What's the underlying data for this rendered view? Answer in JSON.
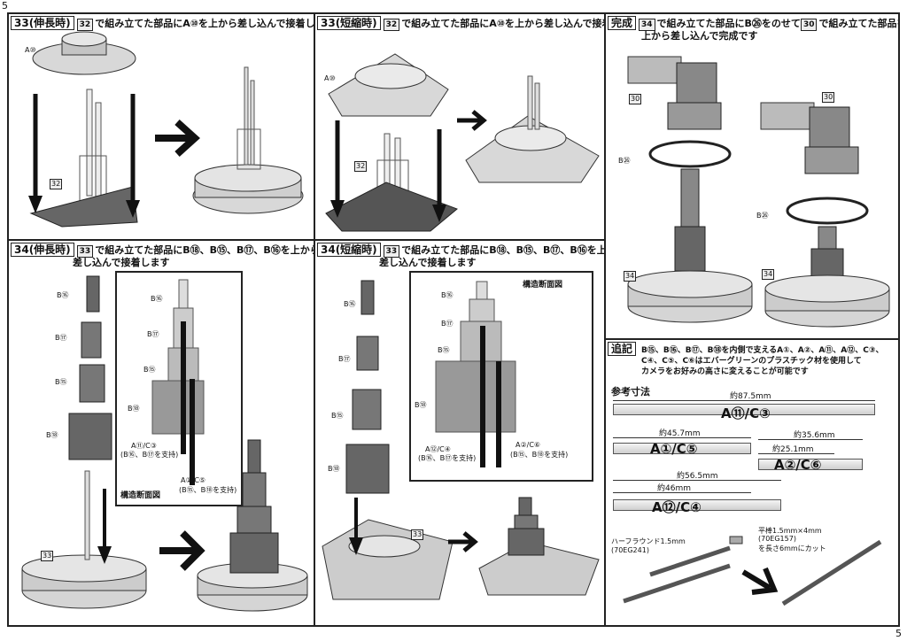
{
  "page": {
    "num_top": "5",
    "num_bottom": "5"
  },
  "p33a": {
    "tag": "33(伸長時)",
    "box": "32",
    "text": "で組み立てた部品にA⑩を上から差し込んで接着します",
    "lbl_a10": "A⑩",
    "lbl_32": "32"
  },
  "p33b": {
    "tag": "33(短縮時)",
    "box": "32",
    "text": "で組み立てた部品にA⑩を上から差し込んで接着します",
    "lbl_a10": "A⑩",
    "lbl_32": "32"
  },
  "done": {
    "tag": "完成",
    "box1": "34",
    "text1": "で組み立てた部品にB㉖をのせて",
    "box2": "30",
    "text2": "で組み立てた部品を",
    "text3": "上から差し込んで完成です",
    "lbl_30a": "30",
    "lbl_30b": "30",
    "lbl_b26a": "B㉖",
    "lbl_b26b": "B㉖",
    "lbl_34a": "34",
    "lbl_34b": "34"
  },
  "p34a": {
    "tag": "34(伸長時)",
    "box": "33",
    "text1": "で組み立てた部品にB⑱、B⑮、B⑰、B⑯を上から",
    "text2": "差し込んで接着します",
    "b16": "B⑯",
    "b17": "B⑰",
    "b15": "B⑮",
    "b18": "B⑱",
    "sec_b16": "B⑯",
    "sec_b17": "B⑰",
    "sec_b15": "B⑮",
    "sec_b18": "B⑱",
    "sec_a11": "A⑪/C③",
    "sec_a11_sub": "(B⑯、B⑰を支持)",
    "sec_a1": "A①/C⑤",
    "sec_a1_sub": "(B⑮、B⑱を支持)",
    "sec_title": "構造断面図",
    "lbl_33": "33"
  },
  "p34b": {
    "tag": "34(短縮時)",
    "box": "33",
    "text1": "で組み立てた部品にB⑱、B⑮、B⑰、B⑯を上から",
    "text2": "差し込んで接着します",
    "b16": "B⑯",
    "b17": "B⑰",
    "b15": "B⑮",
    "b18": "B⑱",
    "sec_title": "構造断面図",
    "sec_b16": "B⑯",
    "sec_b17": "B⑰",
    "sec_b15": "B⑮",
    "sec_b18": "B⑱",
    "sec_a12": "A⑫/C④",
    "sec_a12_sub": "(B⑯、B⑰を支持)",
    "sec_a2": "A②/C⑥",
    "sec_a2_sub": "(B⑮、B⑱を支持)",
    "lbl_33": "33"
  },
  "note": {
    "tag": "追記",
    "line1": "B⑮、B⑯、B⑰、B⑱を内側で支えるA①、A②、A⑪、A⑫、C③、",
    "line2": "C④、C⑤、C⑥はエバーグリーンのプラスチック材を使用して",
    "line3": "カメラをお好みの高さに変えることが可能です",
    "ref_title": "参考寸法",
    "rod1": {
      "dim": "約87.5mm",
      "label": "A⑪/C③"
    },
    "rod2": {
      "dim": "約45.7mm",
      "label": "A①/C⑤"
    },
    "rod3": {
      "dim1": "約35.6mm",
      "dim2": "約25.1mm",
      "label": "A②/C⑥"
    },
    "rod4": {
      "dim1": "約56.5mm",
      "dim2": "約46mm",
      "label": "A⑫/C④"
    },
    "half_round": "ハーフラウンド1.5mm",
    "half_round_code": "(70EG241)",
    "flat_bar": "平棒1.5mm×4mm",
    "flat_bar_code": "(70EG157)",
    "flat_bar_cut": "を長さ6mmにカット"
  }
}
